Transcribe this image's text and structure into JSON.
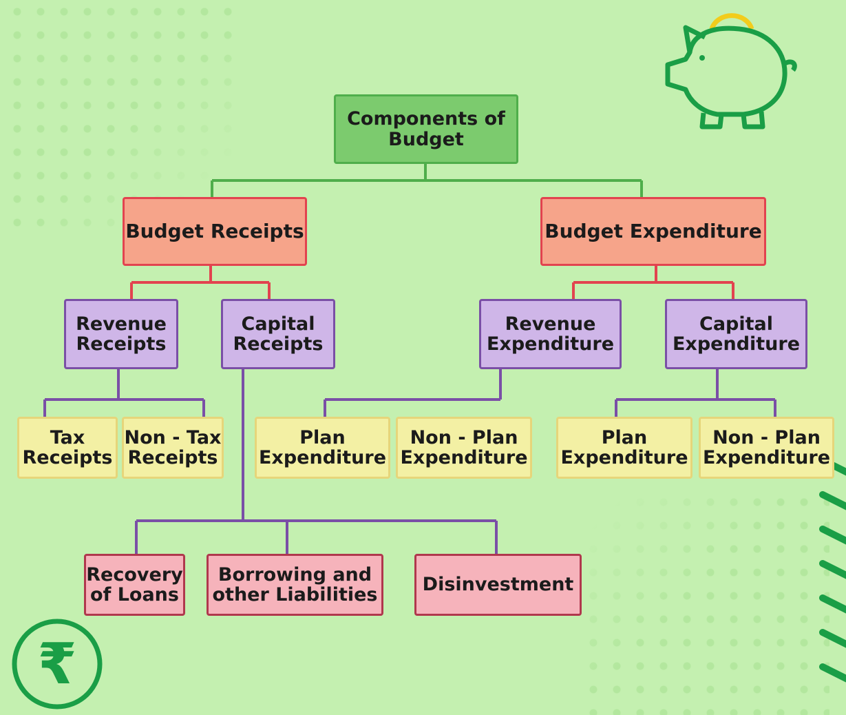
{
  "diagram": {
    "root": "Components of Budget",
    "receipts": {
      "label": "Budget Receipts",
      "revenue": {
        "label": "Revenue Receipts",
        "children": [
          "Tax Receipts",
          "Non - Tax Receipts"
        ]
      },
      "capital": {
        "label": "Capital Receipts",
        "children": [
          "Recovery of Loans",
          "Borrowing and other Liabilities",
          "Disinvestment"
        ]
      }
    },
    "expenditure": {
      "label": "Budget Expenditure",
      "revenue": {
        "label": "Revenue Expenditure",
        "children": [
          "Plan Expenditure",
          "Non - Plan Expenditure"
        ]
      },
      "capital": {
        "label": "Capital Expenditure",
        "children": [
          "Plan Expenditure",
          "Non - Plan Expenditure"
        ]
      }
    }
  },
  "decorations": {
    "piggy_bank_icon": "piggy-bank-icon",
    "rupee_icon": "rupee-icon",
    "rupee_symbol": "₹"
  },
  "colors": {
    "background": "#c4f0b0",
    "root_fill": "#7ccb6e",
    "level1_fill": "#f6a48a",
    "level1_line": "#e2434f",
    "level2_fill": "#cfb6e8",
    "level2_line": "#7a4fa6",
    "level3_fill": "#f3f0a4",
    "level4_fill": "#f6b3bb",
    "icon_green": "#1a9e46"
  }
}
